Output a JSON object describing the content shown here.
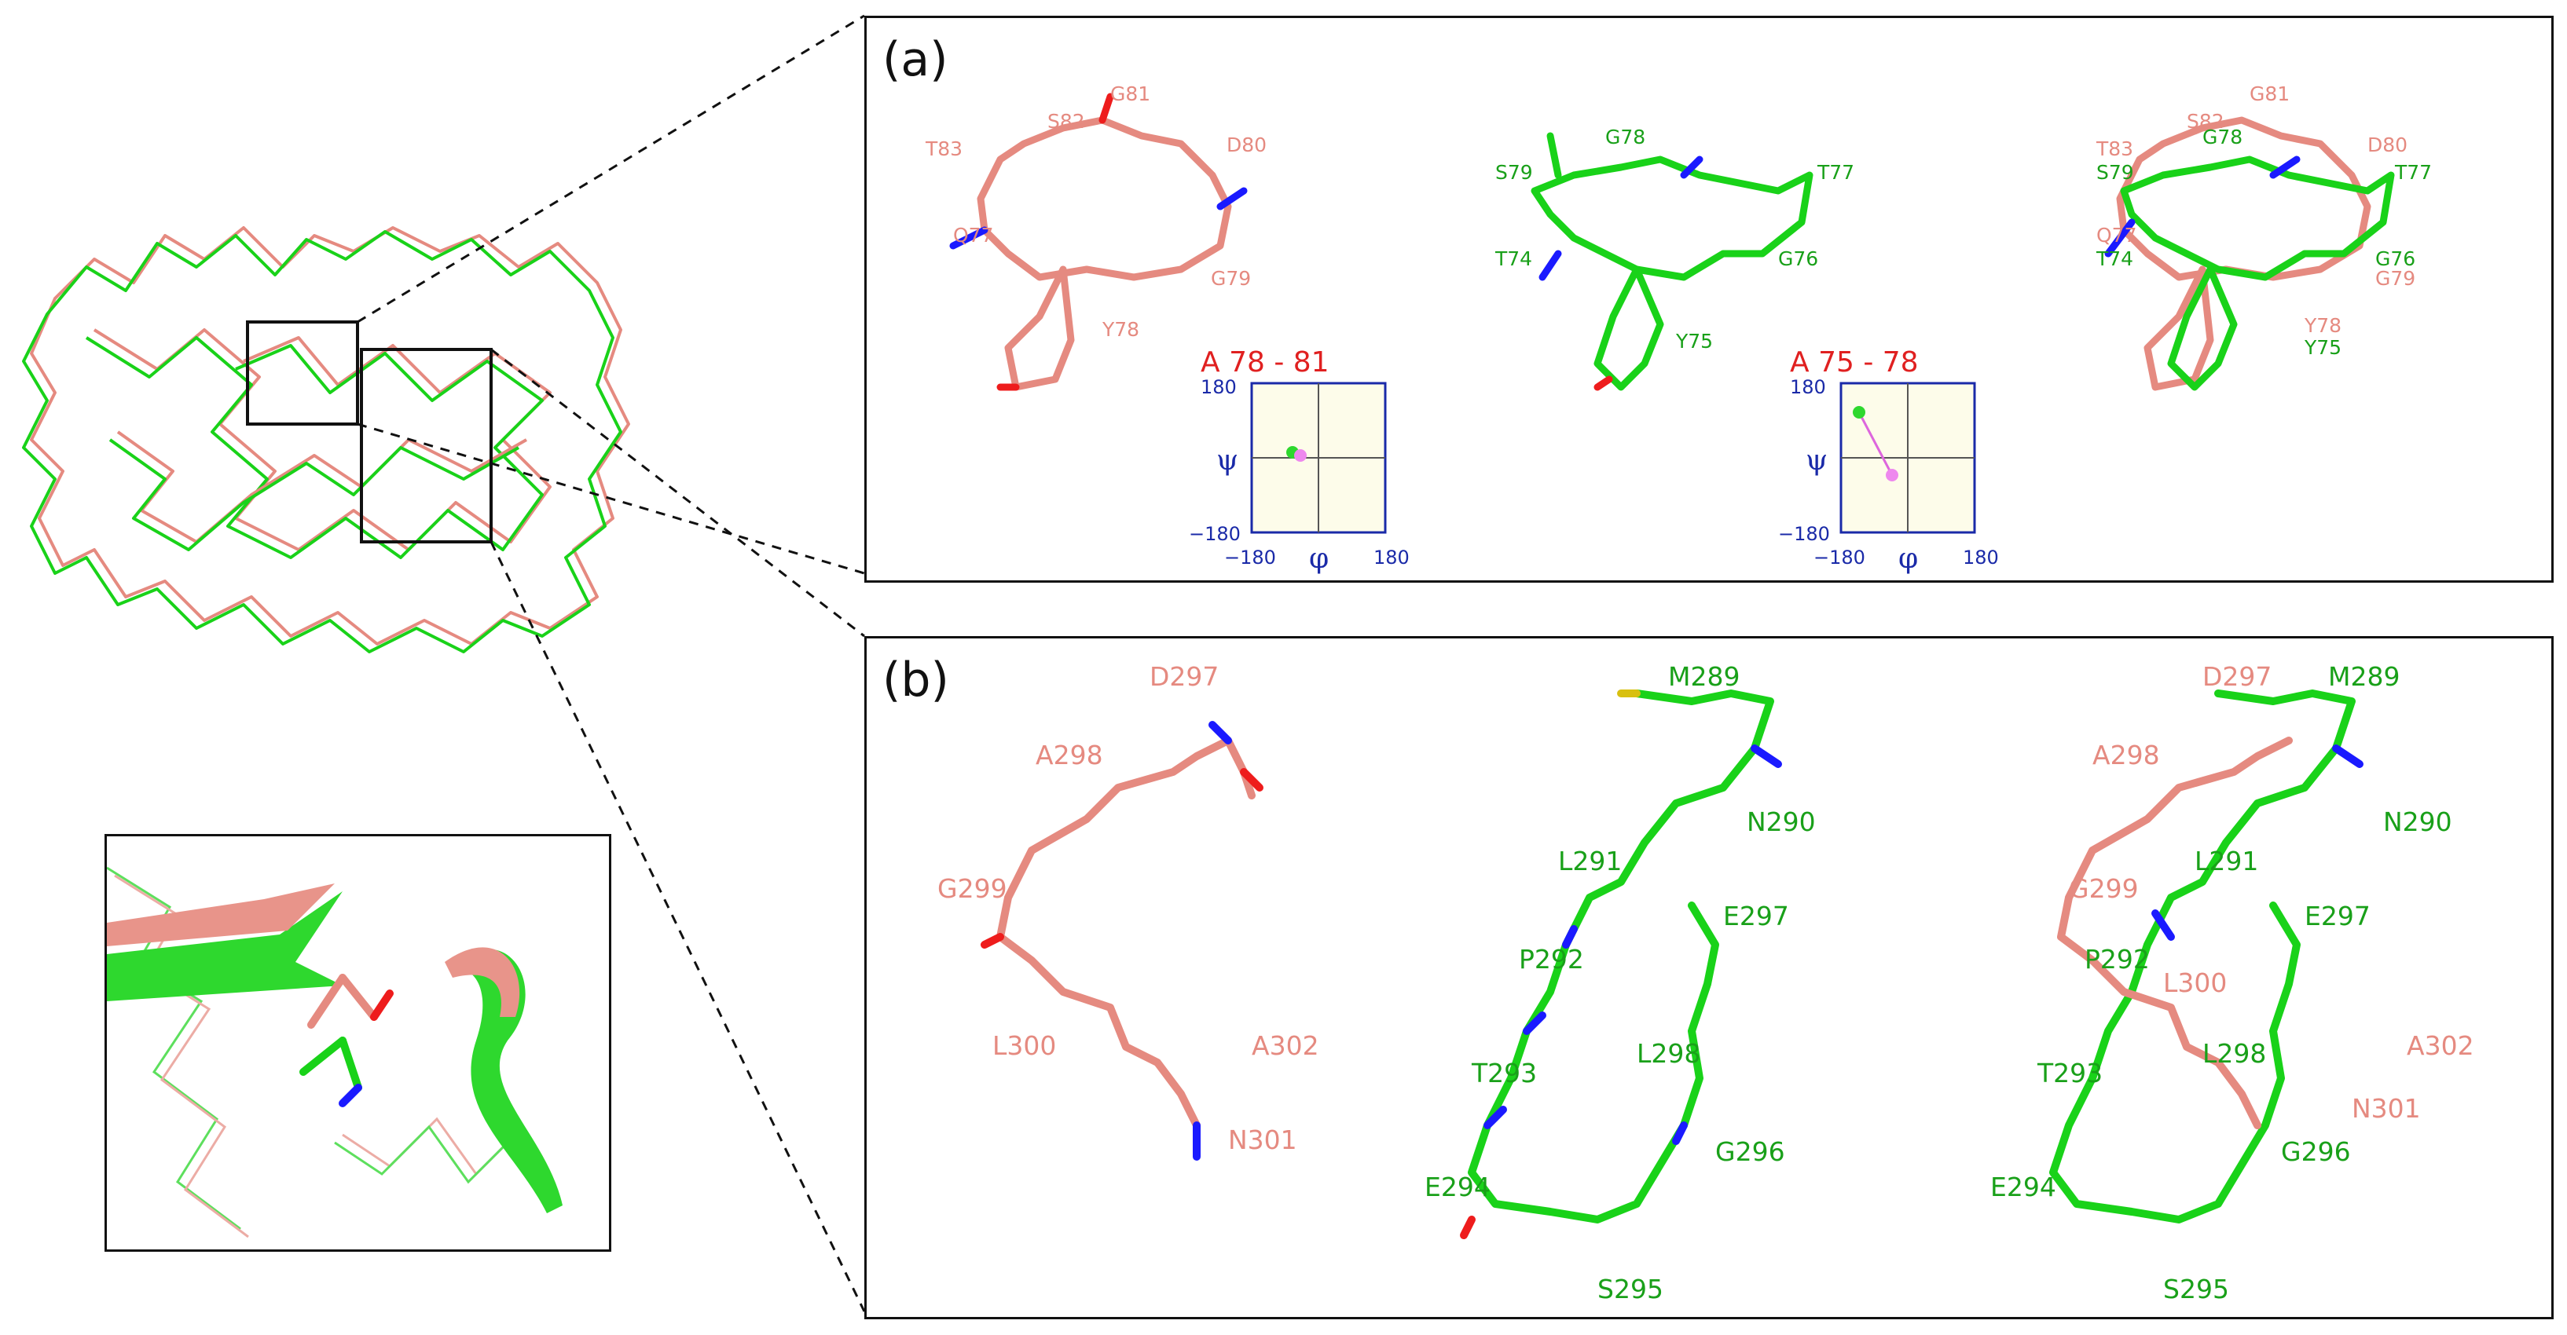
{
  "colors": {
    "salmon": "#e58a80",
    "green": "#19d219",
    "nitrogen": "#1a1aff",
    "oxygen": "#ee1c1c",
    "sulfur": "#d8c010",
    "rama_axis": "#1a2aa8",
    "rama_title": "#e02020",
    "rama_bg": "#fdfcea"
  },
  "panel_a": {
    "label": "(a)",
    "salmon_residues": [
      "G81",
      "S82",
      "D80",
      "T83",
      "Q77",
      "G79",
      "Y78"
    ],
    "green_residues": [
      "G78",
      "S79",
      "T77",
      "T74",
      "G76",
      "Y75"
    ],
    "overlay_residues": [
      "G81",
      "S82",
      "G78",
      "D80",
      "T83",
      "S79",
      "T77",
      "Q77",
      "T74",
      "G76",
      "G79",
      "Y78",
      "Y75"
    ],
    "rama_left": {
      "title": "A 78 - 81",
      "ymax": "180",
      "ymin": "−180",
      "xmin": "−180",
      "xmax": "180",
      "psi": "ψ",
      "phi": "φ",
      "icon": "ramachandran-plot-icon"
    },
    "rama_right": {
      "title": "A 75 - 78",
      "ymax": "180",
      "ymin": "−180",
      "xmin": "−180",
      "xmax": "180",
      "psi": "ψ",
      "phi": "φ",
      "icon": "ramachandran-plot-icon"
    }
  },
  "panel_b": {
    "label": "(b)",
    "salmon_residues": [
      "D297",
      "A298",
      "G299",
      "L300",
      "A302",
      "N301"
    ],
    "green_residues": [
      "M289",
      "N290",
      "L291",
      "E297",
      "P292",
      "L298",
      "T293",
      "G296",
      "E294",
      "S295"
    ],
    "overlay_residues": [
      "D297",
      "M289",
      "A298",
      "N290",
      "L291",
      "G299",
      "E297",
      "P292",
      "L300",
      "A302",
      "L298",
      "N301",
      "T293",
      "G296",
      "E294",
      "S295"
    ]
  },
  "left_figure": {
    "icon": "protein-backbone-overlay-icon",
    "inset_icon": "cartoon-closeup-icon"
  }
}
